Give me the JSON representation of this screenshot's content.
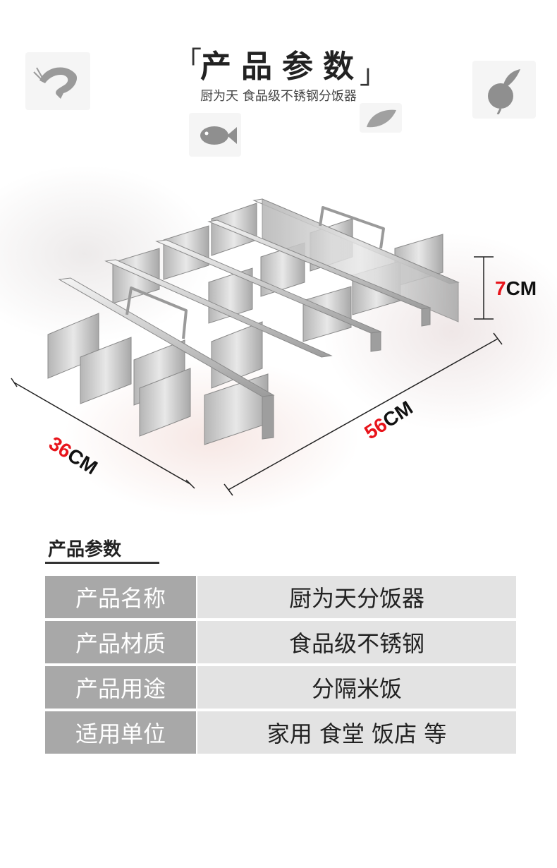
{
  "header": {
    "title": "产品参数",
    "bracket_left": "「",
    "bracket_right": "」",
    "subtitle": "厨为天 食品级不锈钢分饭器"
  },
  "dimensions": {
    "height": {
      "num": "7",
      "unit": "CM"
    },
    "width": {
      "num": "36",
      "unit": "CM"
    },
    "length": {
      "num": "56",
      "unit": "CM"
    }
  },
  "specs": {
    "section_title": "产品参数",
    "rows": [
      {
        "key": "产品名称",
        "value": "厨为天分饭器"
      },
      {
        "key": "产品材质",
        "value": "食品级不锈钢"
      },
      {
        "key": "产品用途",
        "value": "分隔米饭"
      },
      {
        "key": "适用单位",
        "value": "家用 食堂 饭店 等"
      }
    ]
  },
  "colors": {
    "accent_red": "#e8141b",
    "key_cell": "#a8a8a8",
    "value_cell": "#e3e3e3"
  }
}
